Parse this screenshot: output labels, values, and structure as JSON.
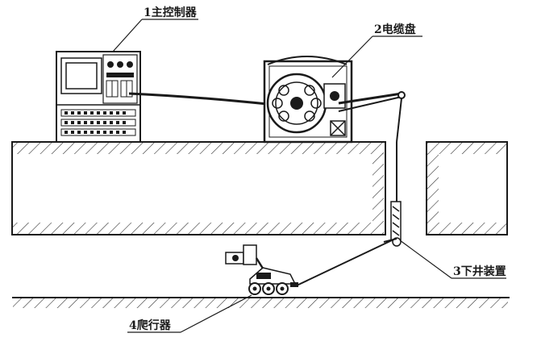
{
  "labels": {
    "controller": "1主控制器",
    "reel": "2电缆盘",
    "lowering": "3下井装置",
    "crawler": "4爬行器"
  },
  "colors": {
    "ink": "#1a1a1a",
    "hatch": "#333333",
    "background": "#ffffff"
  }
}
